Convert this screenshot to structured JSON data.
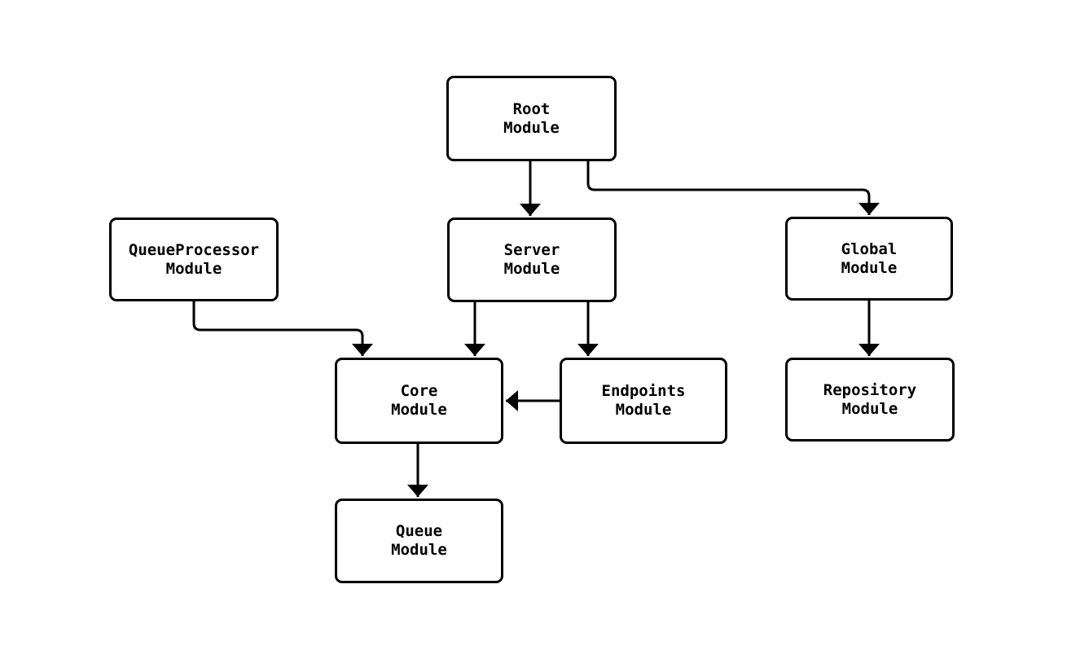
{
  "diagram": {
    "type": "flowchart",
    "direction": "top-down",
    "background": "#ffffff",
    "node_style": {
      "fill": "#ffffff",
      "border_color": "#000000",
      "text_color": "#000000",
      "edge_color": "#000000"
    },
    "nodes": {
      "root": {
        "line1": "Root",
        "line2": "Module"
      },
      "queueprocessor": {
        "line1": "QueueProcessor",
        "line2": "Module"
      },
      "server": {
        "line1": "Server",
        "line2": "Module"
      },
      "global": {
        "line1": "Global",
        "line2": "Module"
      },
      "core": {
        "line1": "Core",
        "line2": "Module"
      },
      "endpoints": {
        "line1": "Endpoints",
        "line2": "Module"
      },
      "repository": {
        "line1": "Repository",
        "line2": "Module"
      },
      "queue": {
        "line1": "Queue",
        "line2": "Module"
      }
    },
    "edges": [
      {
        "from": "Root Module",
        "to": "Server Module"
      },
      {
        "from": "Root Module",
        "to": "Global Module"
      },
      {
        "from": "QueueProcessor Module",
        "to": "Core Module"
      },
      {
        "from": "Server Module",
        "to": "Core Module"
      },
      {
        "from": "Server Module",
        "to": "Endpoints Module"
      },
      {
        "from": "Endpoints Module",
        "to": "Core Module"
      },
      {
        "from": "Global Module",
        "to": "Repository Module"
      },
      {
        "from": "Core Module",
        "to": "Queue Module"
      }
    ]
  }
}
